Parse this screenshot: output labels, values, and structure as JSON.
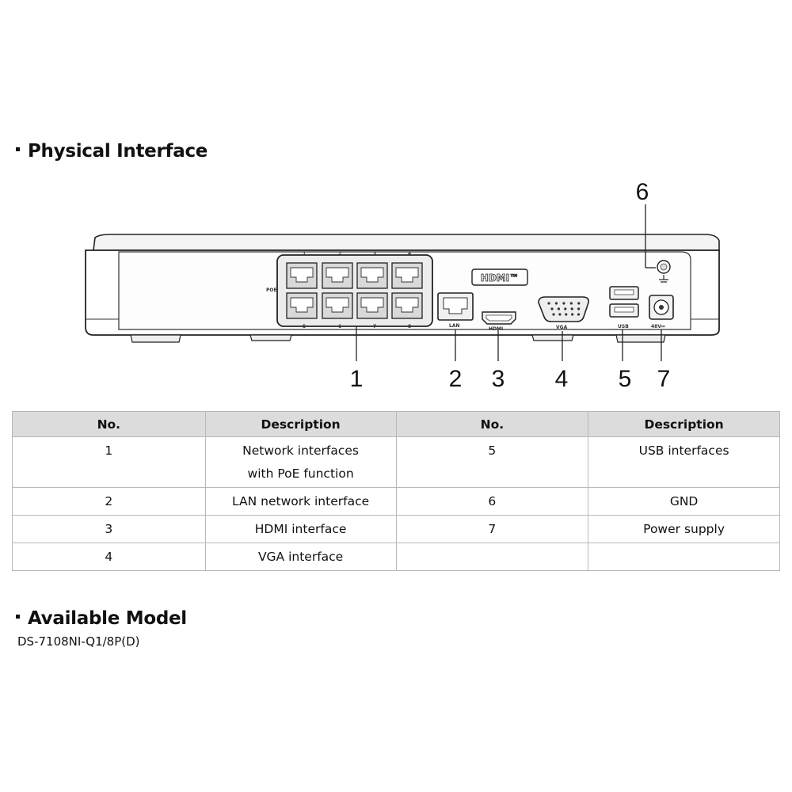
{
  "headings": {
    "physical_interface": "Physical Interface",
    "available_model": "Available Model"
  },
  "model": "DS-7108NI-Q1/8P(D)",
  "diagram": {
    "callouts": [
      "1",
      "2",
      "3",
      "4",
      "5",
      "6",
      "7"
    ],
    "panel_labels": {
      "poe": "POE",
      "lan": "LAN",
      "hdmi_logo": "HDMI™",
      "hdmi": "HDMI",
      "vga": "VGA",
      "usb": "USB",
      "power": "48V⎓",
      "port_top": [
        "1",
        "2",
        "3",
        "4"
      ],
      "port_bottom": [
        "5",
        "6",
        "7",
        "8"
      ]
    },
    "icons": [
      "ground-icon"
    ]
  },
  "table": {
    "headers": [
      "No.",
      "Description",
      "No.",
      "Description"
    ],
    "rows": [
      [
        "1",
        "Network interfaces with PoE function",
        "5",
        "USB interfaces"
      ],
      [
        "2",
        "LAN network interface",
        "6",
        "GND"
      ],
      [
        "3",
        "HDMI interface",
        "7",
        "Power supply"
      ],
      [
        "4",
        "VGA interface",
        "",
        ""
      ]
    ]
  }
}
